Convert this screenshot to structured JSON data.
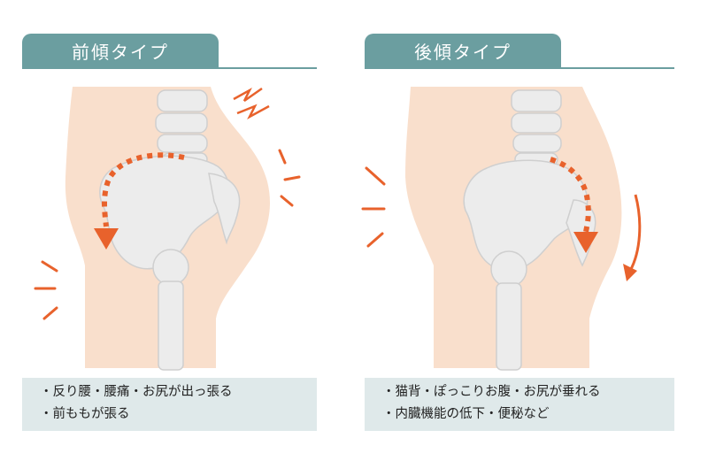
{
  "left_panel": {
    "title": "前傾タイプ",
    "captions": [
      "・反り腰・腰痛・お尻が出っ張る",
      "・前ももが張る"
    ]
  },
  "right_panel": {
    "title": "後傾タイプ",
    "captions": [
      "・猫背・ぽっこりお腹・お尻が垂れる",
      "・内臓機能の低下・便秘など"
    ]
  },
  "colors": {
    "header": "#6b9ea0",
    "caption_bg": "#dfe9ea",
    "skin": "#f9dfcc",
    "bone": "#ececec",
    "accent": "#e8622c"
  }
}
